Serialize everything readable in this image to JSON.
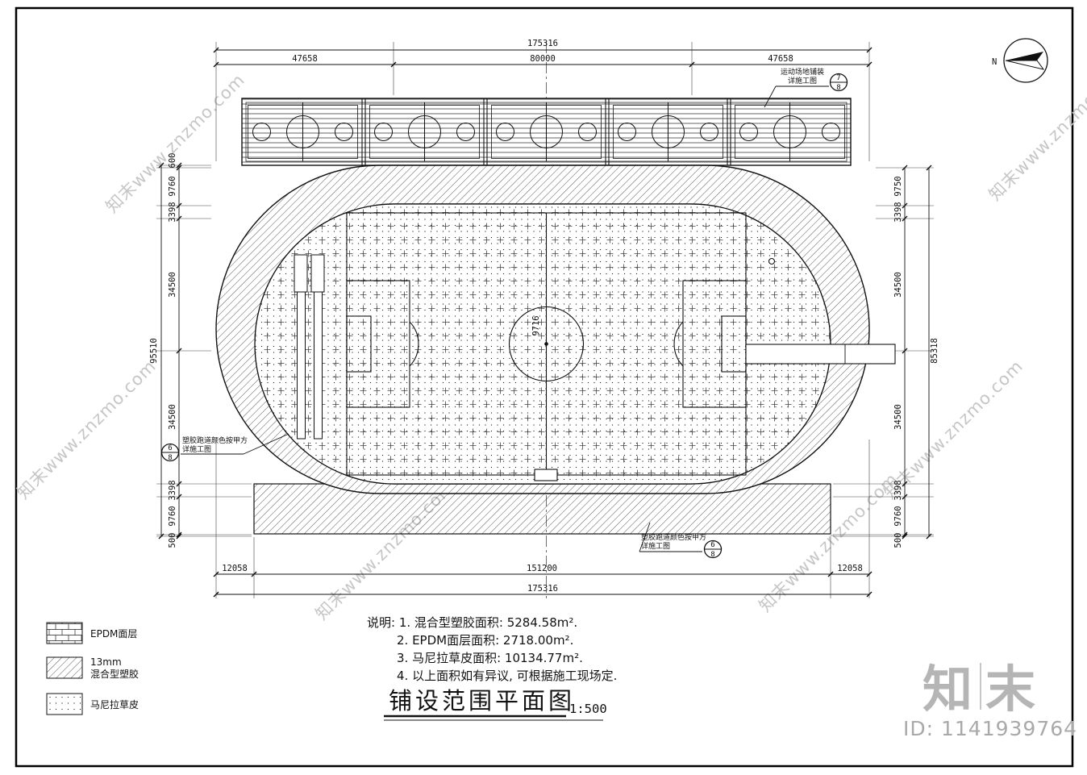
{
  "sheet": {
    "title": "铺设范围平面图",
    "scale": "1:500",
    "north_label": "N"
  },
  "notes": {
    "line1": "说明: 1. 混合型塑胶面积: 5284.58m².",
    "line2": "2. EPDM面层面积: 2718.00m².",
    "line3": "3. 马尼拉草皮面积: 10134.77m².",
    "line4": "4. 以上面积如有异议, 可根据施工现场定."
  },
  "legend": {
    "epdm_label": "EPDM面层",
    "rubber_label_1": "13mm",
    "rubber_label_2": "混合型塑胶",
    "turf_label": "马尼拉草皮"
  },
  "dims": {
    "top_total": "175316",
    "top_seg_1": "47658",
    "top_seg_2": "80000",
    "top_seg_3": "47658",
    "bottom_seg_1": "12058",
    "bottom_seg_2": "151200",
    "bottom_seg_3": "12058",
    "bottom_total": "175316",
    "left_total": "95510",
    "left_seg_1": "600",
    "left_seg_2": "9760",
    "left_seg_3": "3398",
    "left_seg_4": "34500",
    "left_seg_5": "34500",
    "left_seg_6": "3398",
    "left_seg_7": "9760",
    "left_seg_8": "500",
    "right_total": "85318",
    "right_seg_1": "9750",
    "right_seg_2": "3398",
    "right_seg_3": "34500",
    "right_seg_4": "34500",
    "right_seg_5": "3398",
    "right_seg_6": "9760",
    "right_seg_7": "500",
    "field_dim": "9716"
  },
  "callouts": {
    "c1_num": "7",
    "c1_den": "8",
    "c1_line1": "运动场地铺装",
    "c1_line2": "详施工图",
    "c2_num": "6",
    "c2_den": "8",
    "c2_line1": "塑胶跑道颜色按甲方",
    "c2_line2": "详施工图",
    "c3_num": "6",
    "c3_den": "8",
    "c3_line1": "塑胶跑道颜色按甲方",
    "c3_line2": "详施工图"
  },
  "watermark": {
    "text": "知末www.znzmo.com",
    "logo": "知末",
    "id": "ID: 1141939764"
  }
}
